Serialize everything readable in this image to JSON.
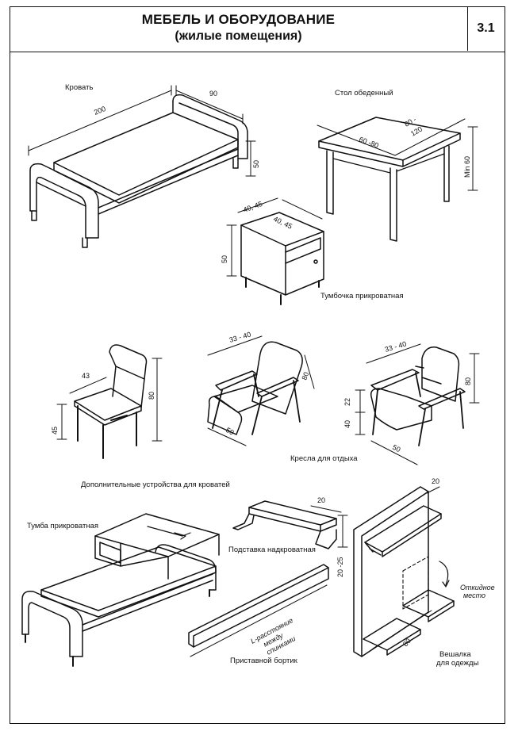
{
  "header": {
    "title_line1": "МЕБЕЛЬ И ОБОРУДОВАНИЕ",
    "title_line2": "(жилые помещения)",
    "sheet_number": "3.1"
  },
  "labels": {
    "bed": "Кровать",
    "dining_table": "Стол обеденный",
    "nightstand": "Тумбочка прикроватная",
    "armchairs": "Кресла для отдыха",
    "bed_accessories": "Дополнительные устройства для кроватей",
    "bedside_unit": "Тумба прикроватная",
    "over_bed_stand": "Подставка надкроватная",
    "side_board": "Приставной бортик",
    "board_note_1": "L-расстояние",
    "board_note_2": "между",
    "board_note_3": "спинками",
    "folding_seat_1": "Откидное",
    "folding_seat_2": "место",
    "clothes_hanger_1": "Вешалка",
    "clothes_hanger_2": "для одежды"
  },
  "dimensions": {
    "bed_length": "200",
    "bed_width": "90",
    "bed_height": "50",
    "table_side_a": "60 -80",
    "table_side_b_1": "80 -",
    "table_side_b_2": "120",
    "table_height": "Min 60",
    "nightstand_w": "40, 45",
    "nightstand_d": "40, 45",
    "nightstand_h": "50",
    "chair_seat_w": "43",
    "chair_seat_h": "45",
    "chair_total_h": "80",
    "armchair1_w": "33 - 40",
    "armchair1_back": "80",
    "armchair1_d": "50",
    "armchair2_w": "33 - 40",
    "armchair2_h": "80",
    "armchair2_arm": "22",
    "armchair2_seat": "40",
    "armchair2_d": "50",
    "stand_w": "20",
    "stand_h": "20 -25",
    "hanger_shelf": "20",
    "hanger_len": "80"
  }
}
